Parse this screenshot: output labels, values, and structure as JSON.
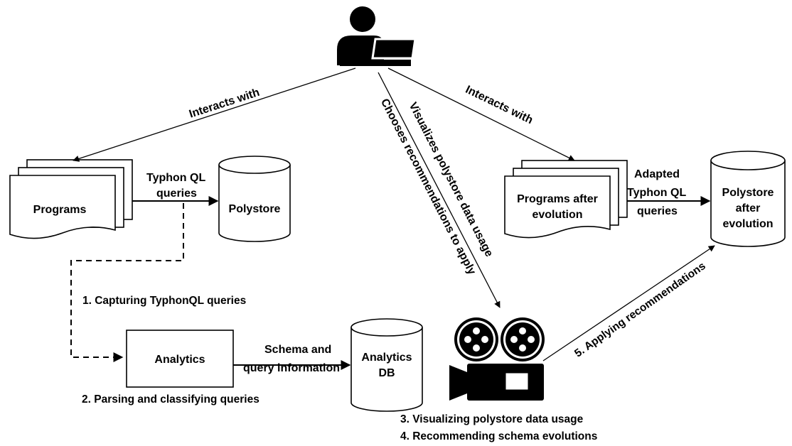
{
  "nodes": {
    "programs": "Programs",
    "polystore": "Polystore",
    "programs_after_1": "Programs after",
    "programs_after_2": "evolution",
    "polystore_after_1": "Polystore",
    "polystore_after_2": "after",
    "polystore_after_3": "evolution",
    "analytics": "Analytics",
    "analytics_db_1": "Analytics",
    "analytics_db_2": "DB"
  },
  "edges": {
    "interacts_left": "Interacts with",
    "interacts_right": "Interacts with",
    "typhon_1": "Typhon QL",
    "typhon_2": "queries",
    "adapted_1": "Adapted",
    "adapted_2": "Typhon QL",
    "adapted_3": "queries",
    "schema_1": "Schema and",
    "schema_2": "query information",
    "visualizes": "Visualizes polystore data usage",
    "chooses": "Chooses recommendations to apply"
  },
  "steps": {
    "s1": "1. Capturing TyphonQL queries",
    "s2": "2. Parsing and classifying queries",
    "s3": "3. Visualizing polystore data usage",
    "s4": "4. Recommending schema evolutions",
    "s5": "5. Applying recommendations"
  },
  "icons": {
    "user": "user-laptop-icon",
    "projector": "film-projector-icon"
  }
}
